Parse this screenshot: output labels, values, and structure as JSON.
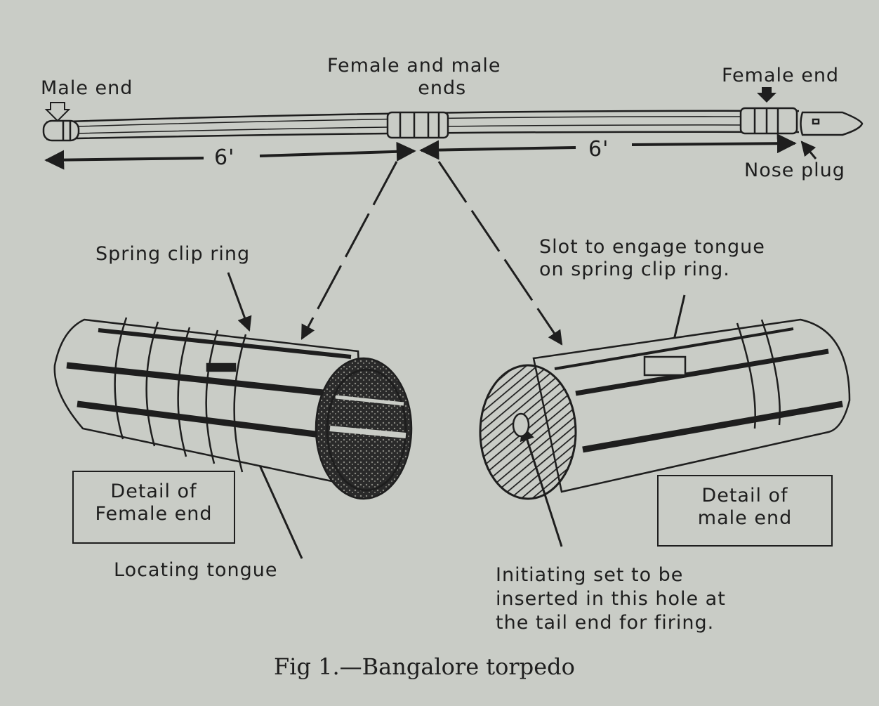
{
  "labels": {
    "male_end": "Male end",
    "female_and_male_ends": [
      "Female and male",
      "ends"
    ],
    "female_end": "Female end",
    "nose_plug": [
      "Nose",
      "plug"
    ],
    "length_left": "6'",
    "length_right": "6'",
    "spring_clip_ring": "Spring clip ring",
    "slot_to_engage": [
      "Slot to engage tongue",
      "on spring clip ring."
    ],
    "detail_female": [
      "Detail of",
      "Female end"
    ],
    "detail_male": [
      "Detail of",
      "male end"
    ],
    "locating_tongue": "Locating tongue",
    "initiating_set": [
      "Initiating set to be",
      "inserted in this hole at",
      "the tail end for firing."
    ]
  },
  "caption": "Fig 1.—Bangalore torpedo",
  "colors": {
    "ink": "#1e1e1e",
    "paper": "#c9ccc6",
    "shade": "#3a3a3a"
  }
}
